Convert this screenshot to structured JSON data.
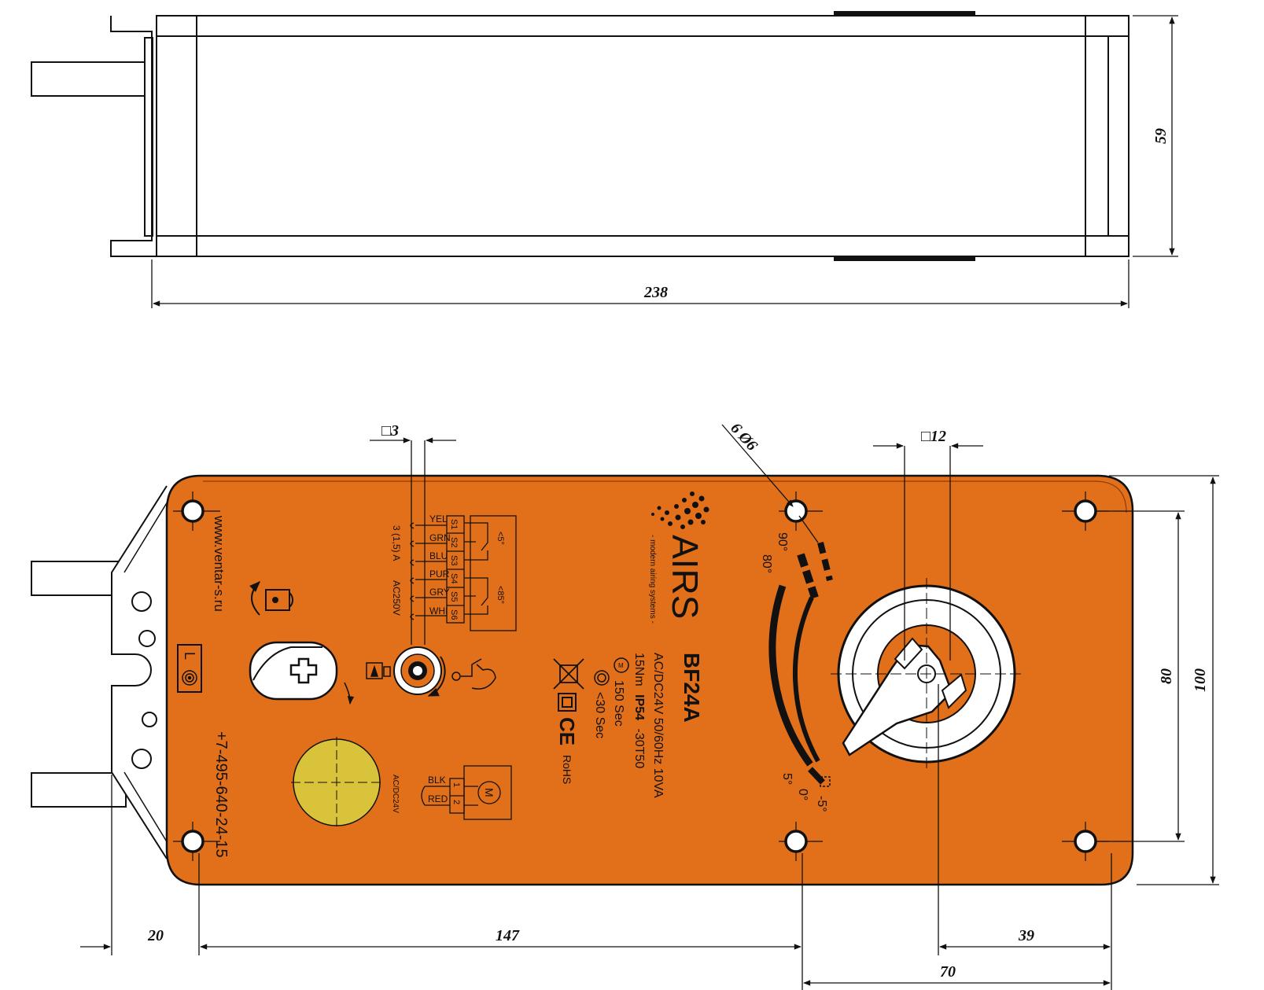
{
  "dimensions": {
    "top_width": "238",
    "top_height": "59",
    "bottom_height": "100",
    "hole_spacing_v": "80",
    "offset_left": "20",
    "hole_span": "147",
    "shaft_to_hole": "39",
    "shaft_span": "70",
    "small_square": "□3",
    "shaft_square": "□12",
    "hole_spec": "6 Ø6"
  },
  "label": {
    "website": "www.ventar-s.ru",
    "phone": "+7-495-640-24-15",
    "brand": "AIRS",
    "brand_tagline": "- modern airing systems -",
    "model": "BF24A",
    "spec_power": "AC/DC24V 50/60Hz 10VA",
    "spec_torque": "15Nm",
    "spec_ip": "IP54",
    "spec_temp": "-30T50",
    "spec_motor_time": "150 Sec",
    "spec_spring_time": "<30 Sec",
    "rohs": "RoHS",
    "ce": "CE",
    "lr": "L",
    "aux_current": "3 (1,5) A",
    "aux_voltage": "AC250V",
    "aux_angle_low": "<5°",
    "aux_angle_high": "<85°",
    "motor_supply": "AC/DC24V",
    "motor_symbol": "M"
  },
  "switch_wires": [
    {
      "color": "YEL",
      "terminal": "S1"
    },
    {
      "color": "GRN",
      "terminal": "S2"
    },
    {
      "color": "BLU",
      "terminal": "S3"
    },
    {
      "color": "PUR",
      "terminal": "S4"
    },
    {
      "color": "GRY",
      "terminal": "S5"
    },
    {
      "color": "WHI",
      "terminal": "S6"
    }
  ],
  "motor_wires": [
    {
      "color": "BLK",
      "terminal": "1"
    },
    {
      "color": "RED",
      "terminal": "2"
    }
  ],
  "scale": {
    "deg90": "90°",
    "deg80": "80°",
    "deg5": "5°",
    "deg0": "0°",
    "degm5": "-5°"
  },
  "colors": {
    "housing": "#E2701A",
    "outline": "#111111",
    "yellow_plug": "#D8C33A"
  }
}
